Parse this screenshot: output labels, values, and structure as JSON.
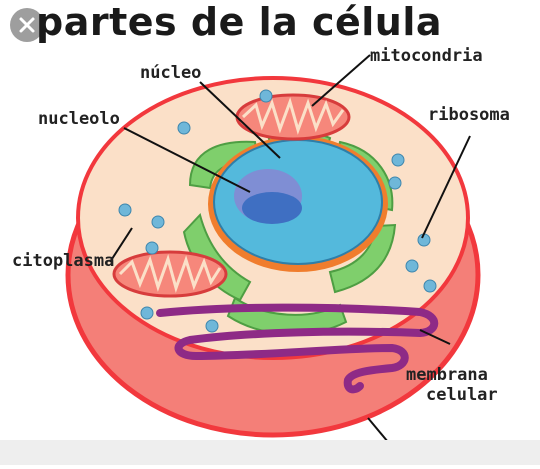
{
  "title": "partes de la célula",
  "labels": {
    "nucleo": "núcleo",
    "nucleolo": "nucleolo",
    "mitocondria": "mitocondria",
    "ribosoma": "ribosoma",
    "citoplasma": "citoplasma",
    "membrana_line1": "membrana",
    "membrana_line2": "celular"
  },
  "icons": {
    "close": "close-icon"
  },
  "colors": {
    "membrane_outer": "#f2383d",
    "membrane_fill": "#f47f78",
    "cytoplasm": "#fbe0c8",
    "nucleus": "#54b9dc",
    "nucleolus": "#7f8ed4",
    "endoplasmic_reticulum": "#7fcf6c",
    "golgi": "#8e2a86",
    "mitochondria": "#f6877b",
    "ribosome": "#6fb7d9",
    "nuclear_envelope": "#f07d2d"
  }
}
